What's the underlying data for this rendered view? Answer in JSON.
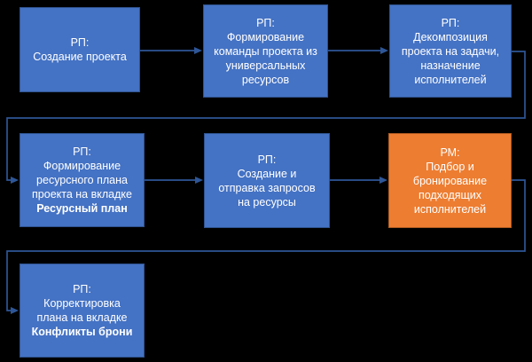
{
  "colors": {
    "background": "#000000",
    "blue_fill": "#4472C4",
    "blue_border": "#2F538F",
    "orange_fill": "#ED7D31",
    "orange_border": "#AE5A21",
    "connector": "#2E5697",
    "text": "#FFFFFF"
  },
  "boxes": [
    {
      "id": "create-project",
      "color": "blue",
      "bold_last_line": false,
      "lines": [
        "РП:",
        "Создание проекта"
      ]
    },
    {
      "id": "form-team",
      "color": "blue",
      "bold_last_line": false,
      "lines": [
        "РП:",
        "Формирование",
        "команды проекта из",
        "универсальных",
        "ресурсов"
      ]
    },
    {
      "id": "decompose-project",
      "color": "blue",
      "bold_last_line": false,
      "lines": [
        "РП:",
        "Декомпозиция",
        "проекта на задачи,",
        "назначение",
        "исполнителей"
      ]
    },
    {
      "id": "resource-plan",
      "color": "blue",
      "bold_last_line": true,
      "lines": [
        "РП:",
        "Формирование",
        "ресурсного плана",
        "проекта на вкладке",
        "Ресурсный план"
      ]
    },
    {
      "id": "send-requests",
      "color": "blue",
      "bold_last_line": false,
      "lines": [
        "РП:",
        "Создание и",
        "отправка запросов",
        "на ресурсы"
      ]
    },
    {
      "id": "select-performers",
      "color": "orange",
      "bold_last_line": false,
      "lines": [
        "РМ:",
        "Подбор и",
        "бронирование",
        "подходящих",
        "исполнителей"
      ]
    },
    {
      "id": "fix-conflicts",
      "color": "blue",
      "bold_last_line": true,
      "lines": [
        "РП:",
        "Корректировка",
        "плана на вкладке",
        "Конфликты брони"
      ]
    }
  ],
  "connectors": [
    {
      "from": "create-project",
      "to": "form-team"
    },
    {
      "from": "form-team",
      "to": "decompose-project"
    },
    {
      "from": "decompose-project",
      "to": "resource-plan"
    },
    {
      "from": "resource-plan",
      "to": "send-requests"
    },
    {
      "from": "send-requests",
      "to": "select-performers"
    },
    {
      "from": "select-performers",
      "to": "fix-conflicts"
    }
  ]
}
